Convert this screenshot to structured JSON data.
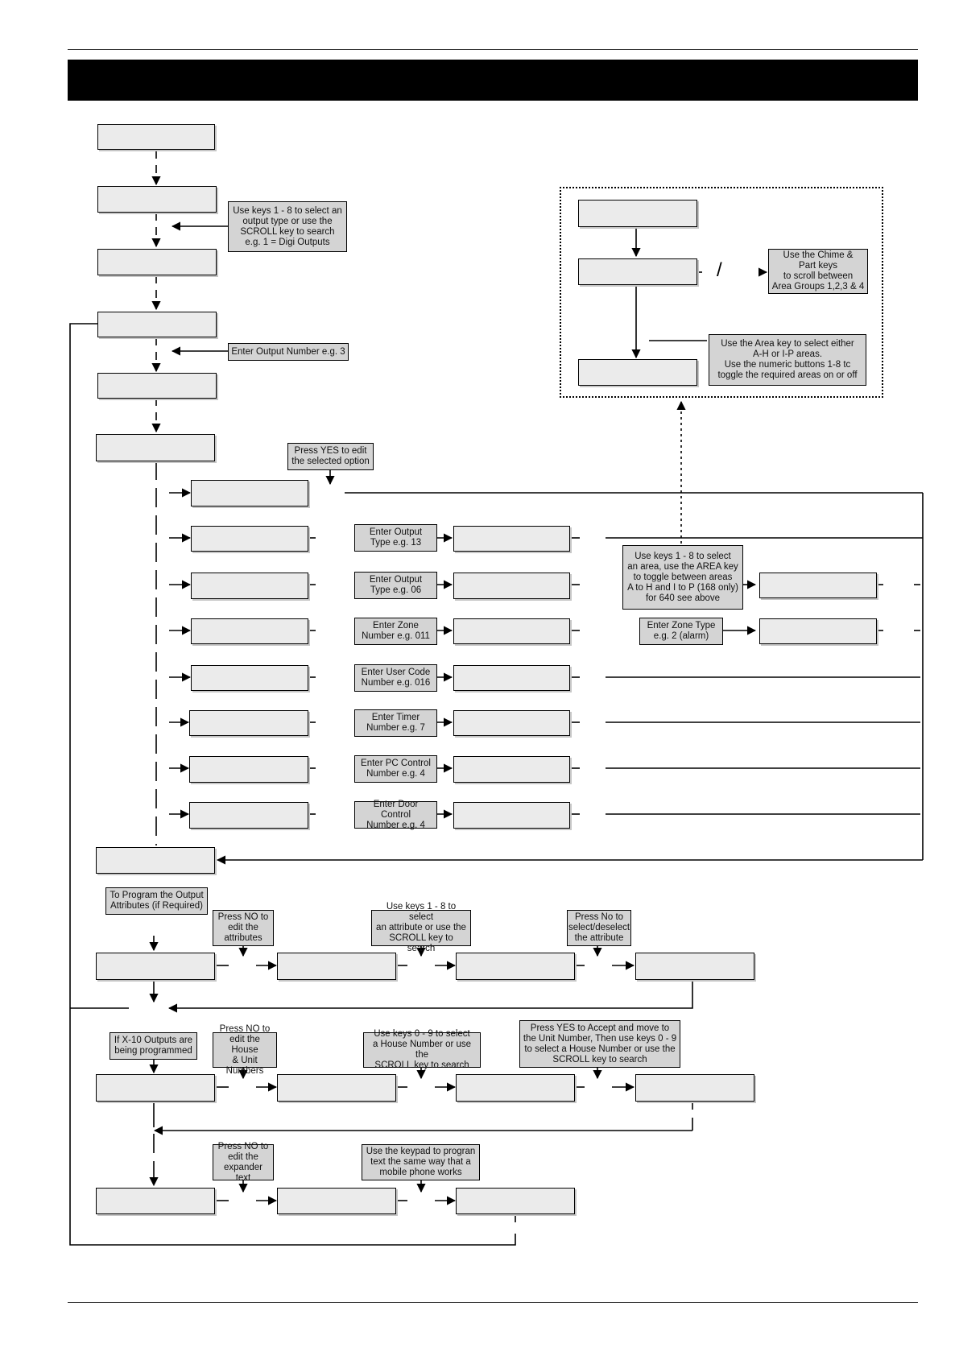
{
  "notes": {
    "select_output_type": "Use keys 1 - 8 to select an\noutput type or use  the\nSCROLL key to search\ne.g. 1 = Digi Outputs",
    "enter_output_number": "Enter Output Number e.g. 3",
    "press_yes_edit": "Press YES to edit\nthe selected option",
    "chime_part": "Use the Chime &\nPart keys\nto scroll between\nArea Groups 1,2,3 & 4",
    "area_key": "Use the Area key to select either\nA-H or I-P areas.\nUse the numeric buttons 1-8 tc\ntoggle the required areas on or off",
    "enter_output_type_13": "Enter Output\nType e.g. 13",
    "enter_output_type_06": "Enter Output\nType e.g. 06",
    "select_area": "Use keys 1 - 8 to select\nan area, use the AREA key\nto toggle between areas\nA to H and  I to P (168 only)\nfor 640 see above",
    "enter_zone_number": "Enter Zone\nNumber e.g. 011",
    "enter_zone_type": "Enter Zone Type\ne.g. 2 (alarm)",
    "enter_user_code": "Enter User Code\nNumber e.g. 016",
    "enter_timer": "Enter Timer\nNumber e.g. 7",
    "enter_pc_control": "Enter PC Control\nNumber e.g. 4",
    "enter_door_control": "Enter Door Control\nNumber e.g. 4",
    "program_attributes": "To Program the Output\nAttributes (if Required)",
    "press_no_attributes": "Press NO to\nedit the\nattributes",
    "select_attribute": "Use keys 1 - 8 to select\nan attribute or use the\nSCROLL key to search",
    "press_no_select": "Press No to\nselect/deselect\nthe attribute",
    "x10_outputs": "If X-10 Outputs are\nbeing programmed",
    "press_no_house": "Press NO to\nedit the House\n& Unit Numbers",
    "house_number": "Use keys 0 - 9 to select\na House Number or use the\nSCROLL key to search",
    "press_yes_accept": "Press YES to Accept and move to\nthe Unit Number, Then use keys 0 - 9\nto select a House Number or use the\nSCROLL key to search",
    "press_no_expander": "Press NO to\nedit the\nexpander text",
    "keypad_text": "Use the keypad to progran\ntext the same way that a\nmobile phone works"
  },
  "symbols": {
    "slash": "/"
  }
}
